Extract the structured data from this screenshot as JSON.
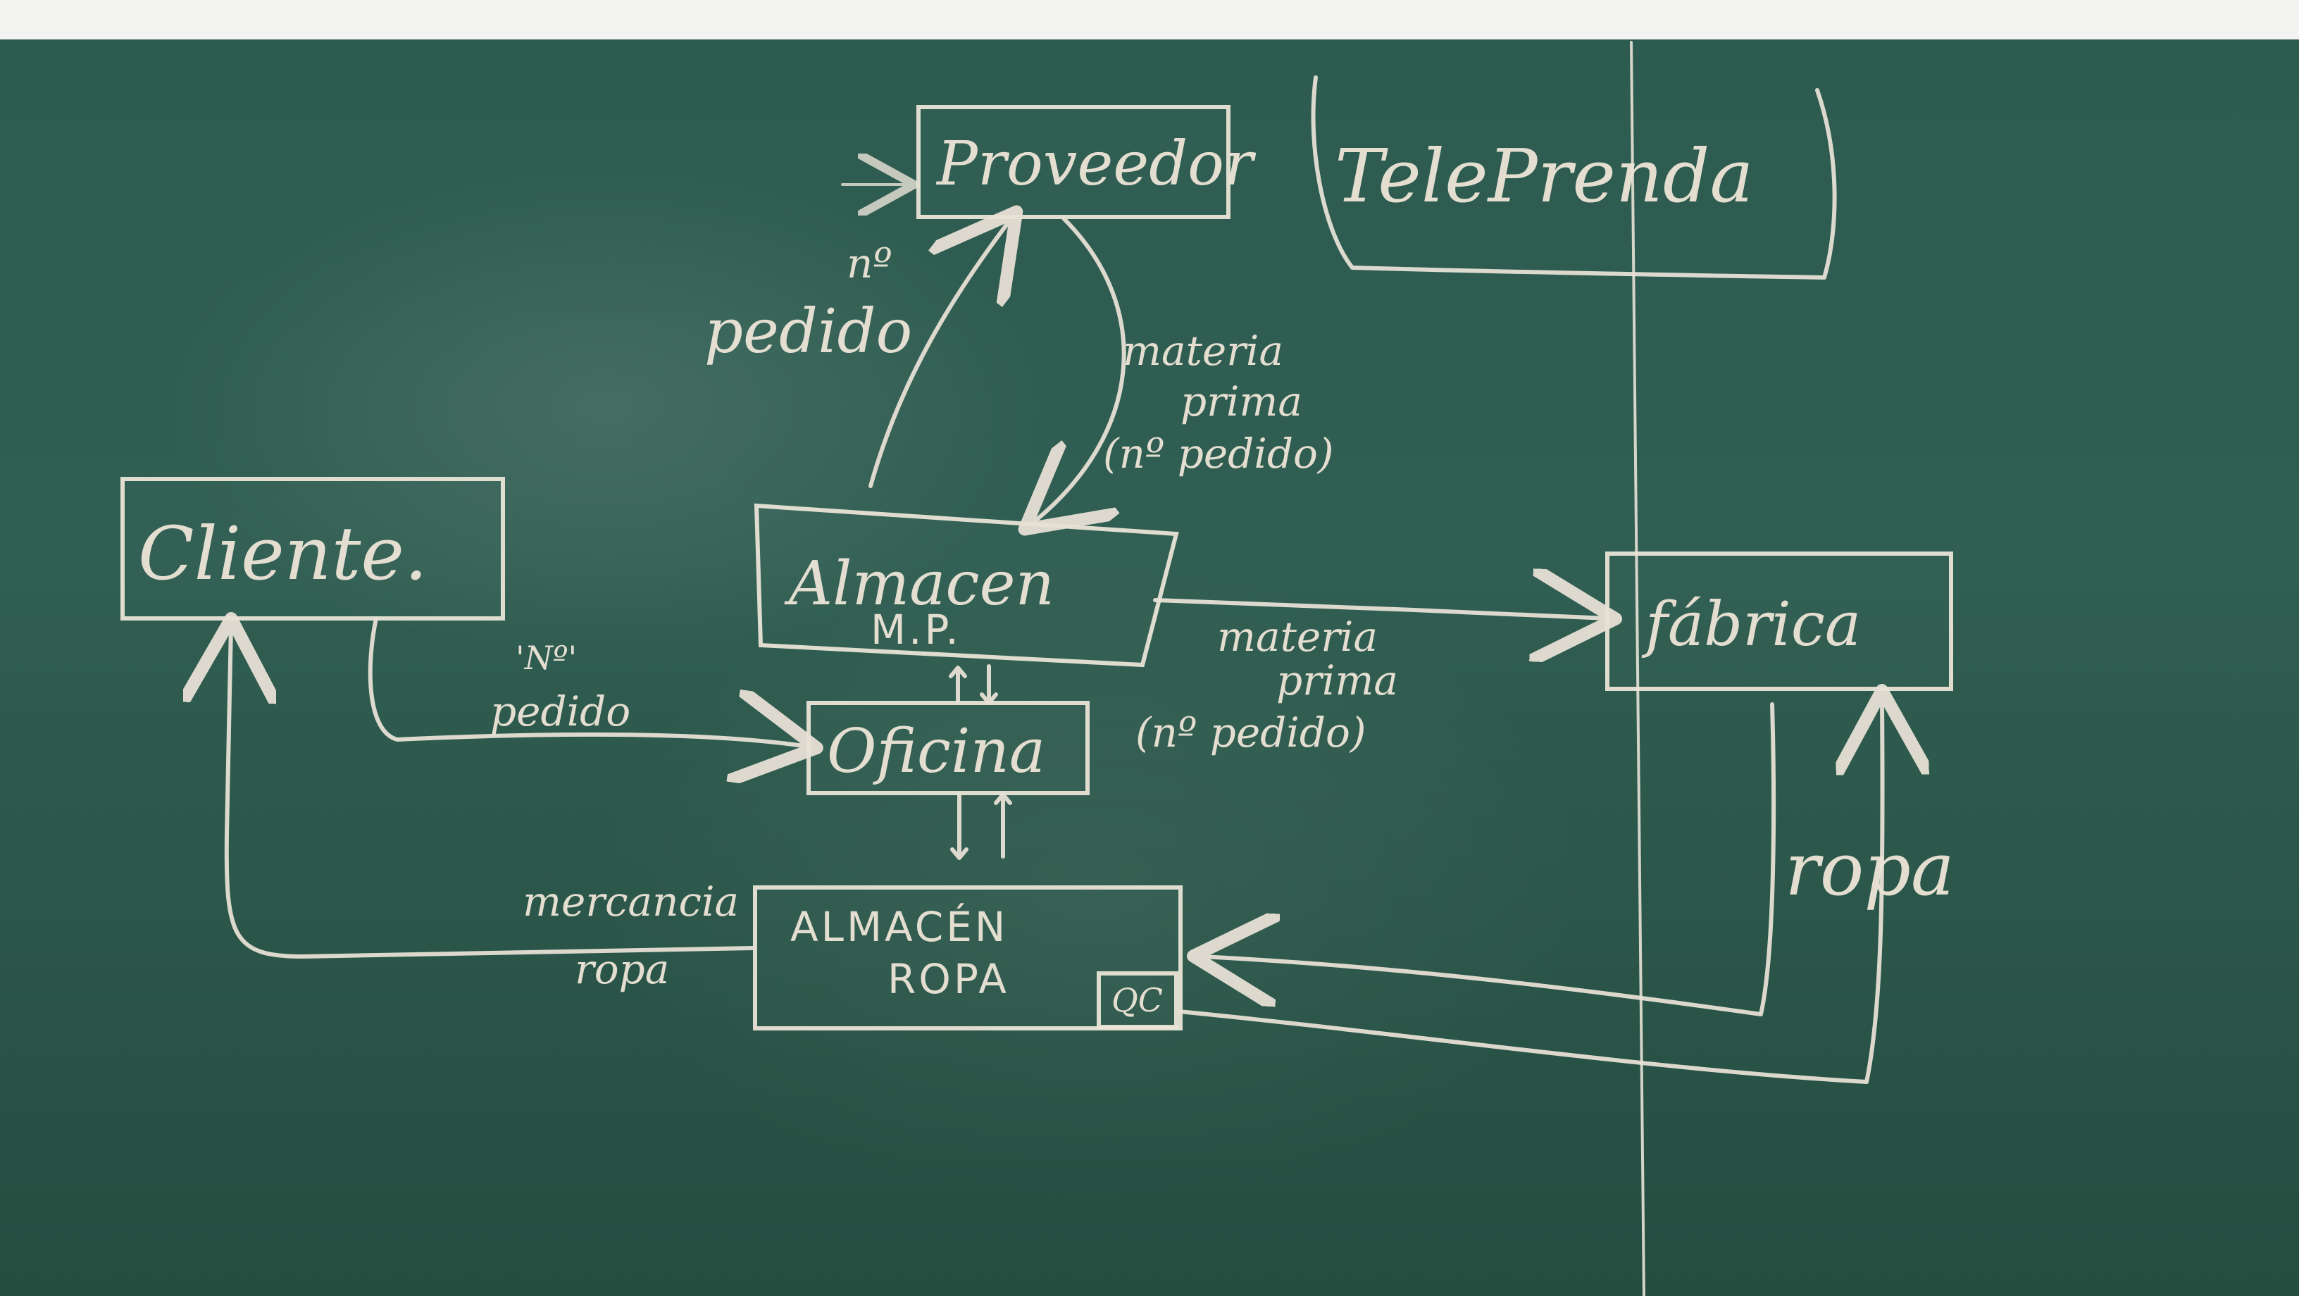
{
  "title": "TelePrenda",
  "nodes": {
    "proveedor": "Proveedor",
    "cliente": "Cliente.",
    "almacen_mp": [
      "Almacen",
      "M.P."
    ],
    "oficina": "Oficina",
    "fabrica": "fábrica",
    "almacen_ropa": [
      "ALMACÉN",
      "ROPA"
    ],
    "qc": "QC"
  },
  "edge_labels": {
    "pedido_to_proveedor": [
      "nº",
      "pedido"
    ],
    "materia_prima_in": [
      "materia",
      "prima",
      "(nº pedido)"
    ],
    "cliente_pedido": [
      "'Nº'",
      "pedido"
    ],
    "materia_prima_to_fabrica": [
      "materia",
      "prima",
      "(nº pedido)"
    ],
    "mercancia_ropa": [
      "mercancia",
      "ropa"
    ],
    "ropa": "ropa"
  }
}
